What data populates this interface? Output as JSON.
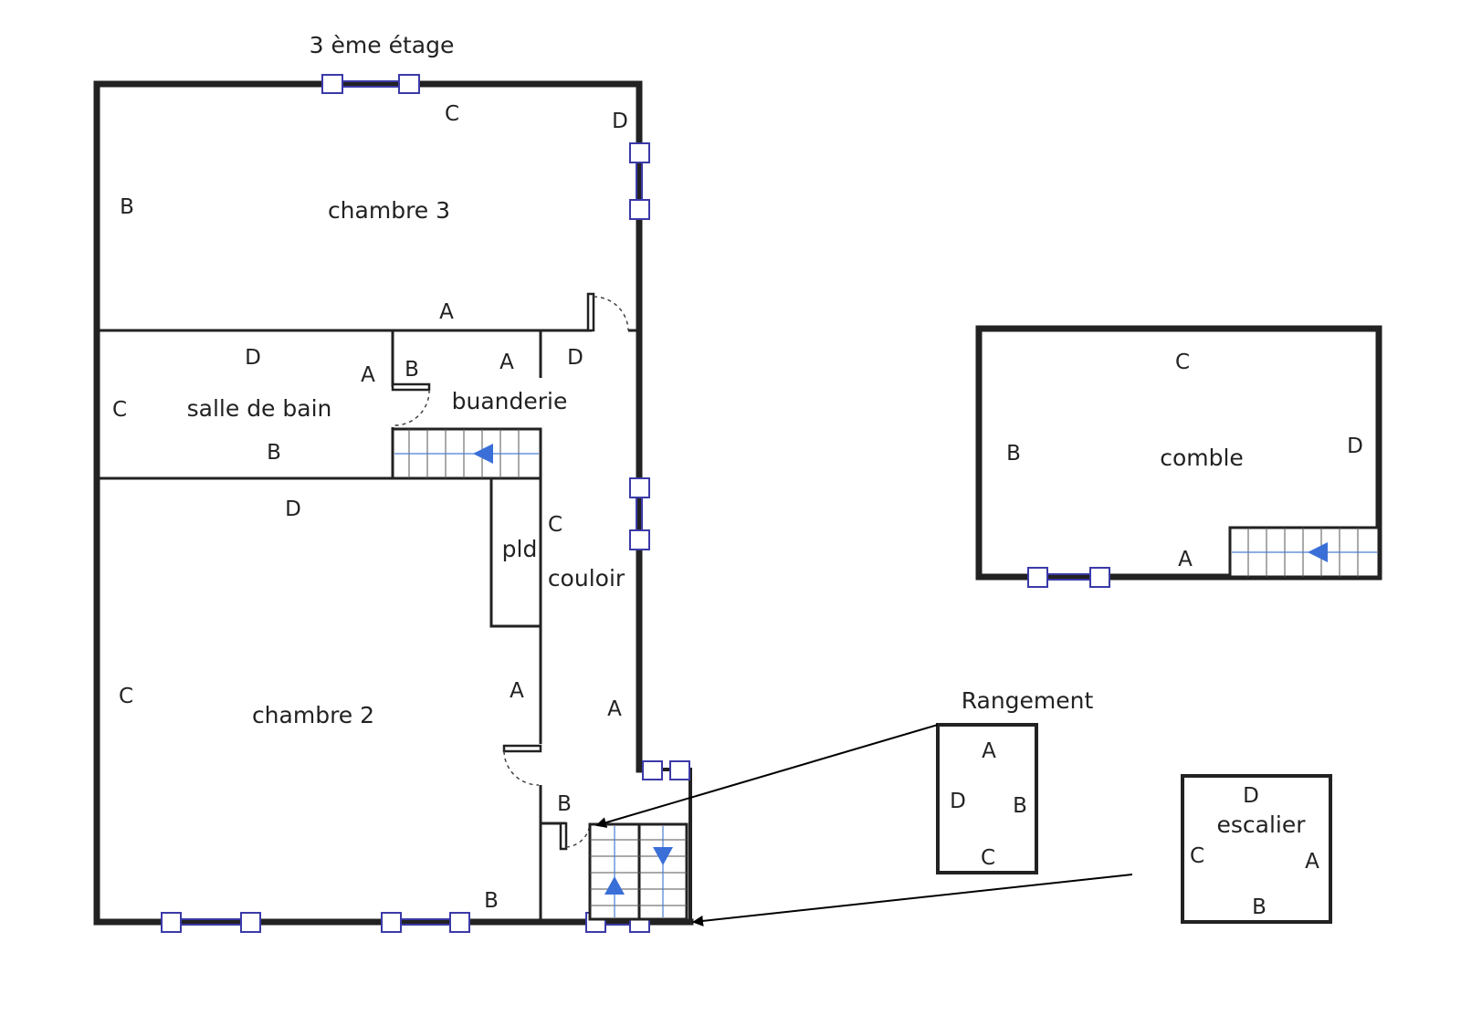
{
  "title": "3 ème étage",
  "rooms": {
    "chambre3": "chambre 3",
    "salle_de_bain": "salle de bain",
    "buanderie": "buanderie",
    "pld": "pld",
    "couloir": "couloir",
    "chambre2": "chambre 2",
    "comble": "comble",
    "rangement": "Rangement",
    "escalier": "escalier"
  },
  "walls": {
    "chambre3": {
      "a": "A",
      "b": "B",
      "c": "C",
      "d": "D"
    },
    "salle_de_bain": {
      "a": "A",
      "b": "B",
      "c": "C",
      "d": "D"
    },
    "buanderie": {
      "a": "A",
      "b": "B",
      "d": "D"
    },
    "couloir": {
      "a": "A",
      "b": "B",
      "c": "C"
    },
    "chambre2": {
      "a": "A",
      "b": "B",
      "c": "C",
      "d": "D"
    },
    "comble": {
      "a": "A",
      "b": "B",
      "c": "C",
      "d": "D"
    },
    "rangement": {
      "a": "A",
      "b": "B",
      "c": "C",
      "d": "D"
    },
    "escalier": {
      "a": "A",
      "b": "B",
      "c": "C",
      "d": "D"
    }
  },
  "colors": {
    "wall": "#222222",
    "window": "#3b3aa8",
    "stair_arrow": "#3a6fd8"
  }
}
